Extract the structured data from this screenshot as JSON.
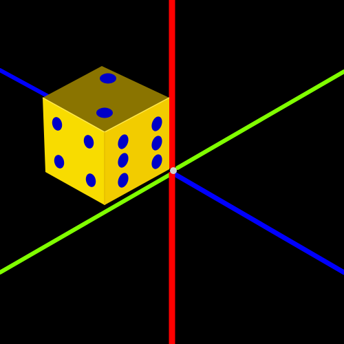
{
  "scene": {
    "background_color": "#000000",
    "axes": [
      {
        "name": "x-axis",
        "color": "#0000ff"
      },
      {
        "name": "y-axis",
        "color": "#ff0000"
      },
      {
        "name": "z-axis",
        "color": "#80ff00"
      }
    ],
    "die": {
      "body_color": "#f8dc00",
      "side_shade_color": "#ebbe00",
      "top_color": "#8a7400",
      "pip_color": "#0000c8",
      "top_face_pips": 2,
      "left_face_pips": 4,
      "right_face_pips": 6
    }
  }
}
